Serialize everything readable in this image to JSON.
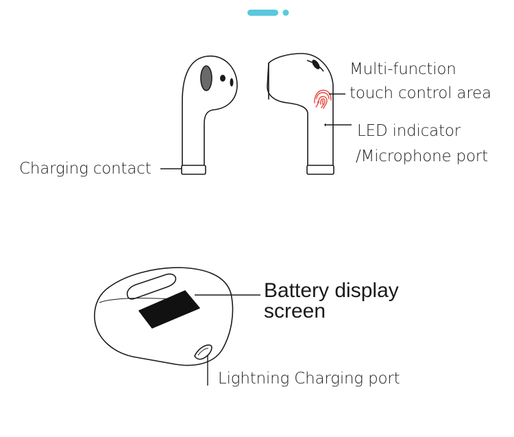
{
  "labels": {
    "multi_function": "Multi-function",
    "touch_control": "touch control area",
    "led_indicator": "LED indicator",
    "microphone_port": "/Microphone port",
    "charging_contact": "Charging contact",
    "battery_display": "Battery display",
    "screen": "screen",
    "lightning_port": "Lightning Charging port"
  },
  "colors": {
    "accent": "#5bc8dc",
    "line": "#1a1a1a",
    "touch_icon": "#e8453c",
    "display": "#111111"
  },
  "icons": {
    "page_indicator_active": "pill-indicator",
    "page_indicator_inactive": "dot-indicator",
    "touch_area": "fingerprint-icon"
  }
}
